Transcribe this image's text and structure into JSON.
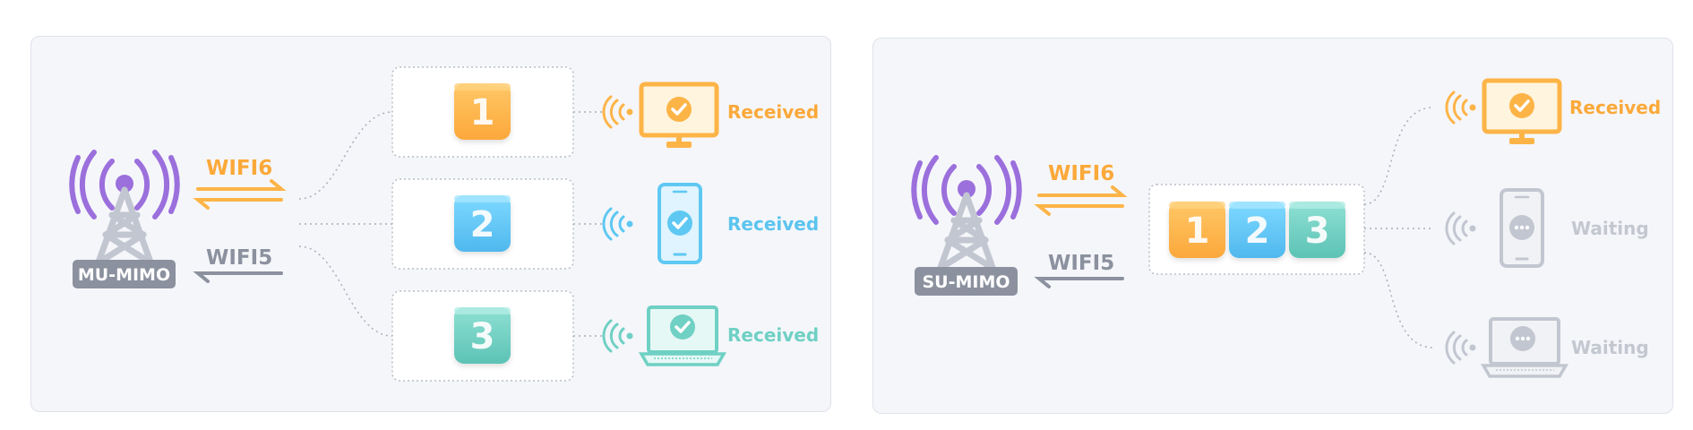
{
  "colors": {
    "orange": "#fdb447",
    "blue": "#5ec8f2",
    "teal": "#6fd0c4",
    "purple": "#9b6fdc",
    "gray": "#8b919e",
    "light_gray": "#c2c6d0",
    "label_orange": "#fba93a",
    "label_blue": "#5bc4ee",
    "label_teal": "#6fd0c4",
    "label_gray": "#c3c7d0"
  },
  "mu_panel": {
    "tower_label": "MU-MIMO",
    "wifi6": "WIFI6",
    "wifi5": "WIFI5",
    "packets": [
      "1",
      "2",
      "3"
    ],
    "devices": [
      {
        "icon": "monitor-icon",
        "status": "Received"
      },
      {
        "icon": "phone-icon",
        "status": "Received"
      },
      {
        "icon": "laptop-icon",
        "status": "Received"
      }
    ]
  },
  "su_panel": {
    "tower_label": "SU-MIMO",
    "wifi6": "WIFI6",
    "wifi5": "WIFI5",
    "packets": [
      "1",
      "2",
      "3"
    ],
    "devices": [
      {
        "icon": "monitor-icon",
        "status": "Received"
      },
      {
        "icon": "phone-icon",
        "status": "Waiting"
      },
      {
        "icon": "laptop-icon",
        "status": "Waiting"
      }
    ]
  }
}
